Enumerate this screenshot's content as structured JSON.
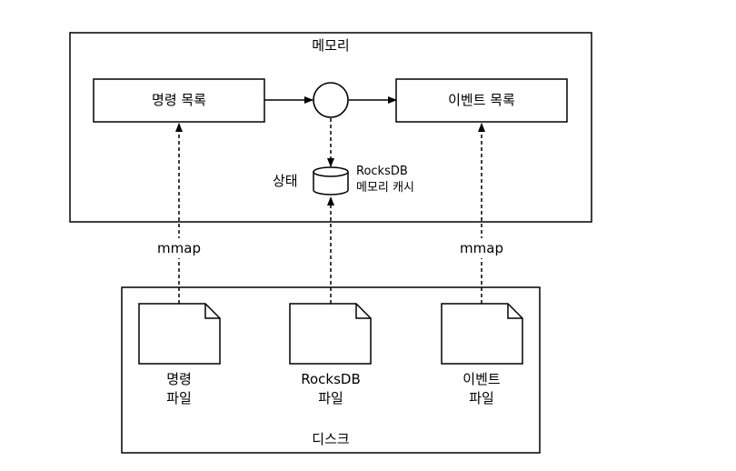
{
  "memory": {
    "title": "메모리"
  },
  "command_list": {
    "label": "명령 목록"
  },
  "event_list": {
    "label": "이벤트 목록"
  },
  "state": {
    "label": "상태",
    "cache_line1": "RocksDB",
    "cache_line2": "메모리 캐시"
  },
  "mmap_left": "mmap",
  "mmap_right": "mmap",
  "disk": {
    "title": "디스크",
    "files": [
      {
        "line1": "명령",
        "line2": "파일"
      },
      {
        "line1": "RocksDB",
        "line2": "파일"
      },
      {
        "line1": "이벤트",
        "line2": "파일"
      }
    ]
  }
}
